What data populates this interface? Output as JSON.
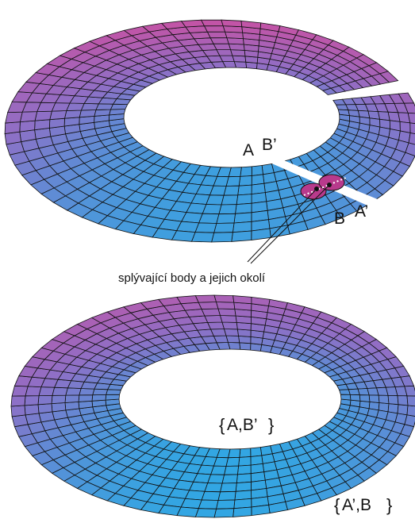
{
  "colors": {
    "surface_inner": "#1bb4ea",
    "surface_mid": "#8f6fc6",
    "surface_outer": "#d34b9c",
    "mesh_line": "#111111",
    "marker_fill": "#b83a8c",
    "background": "#ffffff"
  },
  "top_figure": {
    "labels": {
      "a": "A",
      "b_prime": "B’",
      "b": "B",
      "a_prime": "A’"
    },
    "caption": "splývající body a jejich okolí"
  },
  "bottom_figure": {
    "labels": {
      "pair_inner": "A,B’",
      "pair_outer": "A’,B"
    }
  }
}
